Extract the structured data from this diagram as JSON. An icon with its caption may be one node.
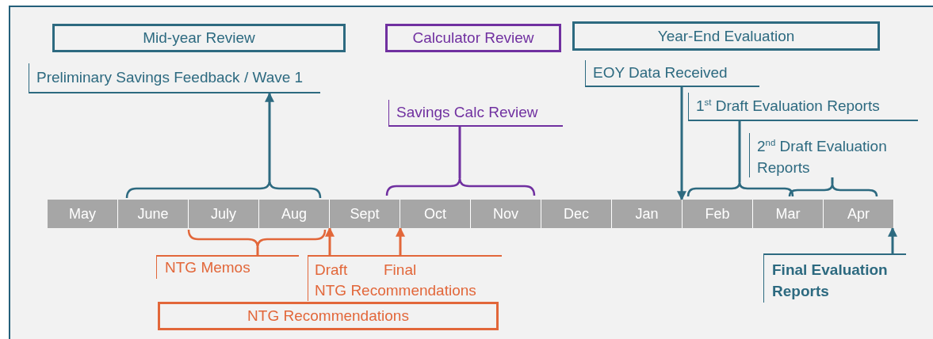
{
  "diagram": {
    "nodes": [
      {
        "text": [
          "Mid-year Review"
        ]
      },
      {
        "text": [
          "Calculator Review"
        ]
      },
      {
        "text": [
          "Year-End Evaluation"
        ]
      },
      {
        "text": [
          "Preliminary Savings Feedback / Wave 1"
        ]
      },
      {
        "text": [
          "EOY Data Received"
        ]
      },
      {
        "text": [
          "Savings Calc Review"
        ]
      },
      {
        "text": [
          "1$^{st}$ Draft Evaluation Reports"
        ]
      },
      {
        "text": [
          "2$^{nd}$ Draft Evaluation Reports"
        ]
      },
      {
        "text": [
          "May"
        ]
      },
      {
        "text": [
          "June"
        ]
      },
      {
        "text": [
          "July"
        ]
      },
      {
        "text": [
          "Aug"
        ]
      },
      {
        "text": [
          "Sept"
        ]
      },
      {
        "text": [
          "Oct"
        ]
      },
      {
        "text": [
          "Nov"
        ]
      },
      {
        "text": [
          "Dec"
        ]
      },
      {
        "text": [
          "Jan"
        ]
      },
      {
        "text": [
          "Feb"
        ]
      },
      {
        "text": [
          "Mar"
        ]
      },
      {
        "text": [
          "Apr"
        ]
      },
      {
        "text": [
          "NTG Memos"
        ]
      },
      {
        "text": [
          "Draft",
          "Final",
          "NTG Recommendations"
        ]
      },
      {
        "text": [
          "NTG Recommendations"
        ]
      },
      {
        "text": [
          "Final Evaluation Reports"
        ]
      },
      {
        "text": [],
        "shape": "bracket"
      },
      {
        "text": [],
        "shape": "bracket"
      },
      {
        "text": [],
        "shape": "bracket"
      },
      {
        "text": [],
        "shape": "bracket"
      },
      {
        "text": [],
        "shape": "bracket"
      }
    ],
    "edges": [
      {
        "from": 24,
        "to": 3,
        "arrow": "to"
      },
      {
        "from": 5,
        "to": 25,
        "arrow": "none",
        "color": "#7030a0"
      },
      {
        "from": 4,
        "to": 16,
        "arrow": "to"
      },
      {
        "from": 6,
        "to": 26,
        "arrow": "none"
      },
      {
        "from": 7,
        "to": 27,
        "arrow": "none"
      },
      {
        "from": 20,
        "to": 28,
        "arrow": "none",
        "color": "#e2673a"
      },
      {
        "from": 21,
        "to": 11,
        "arrow": "to",
        "color": "#e2673a"
      },
      {
        "from": 21,
        "to": 12,
        "arrow": "to",
        "color": "#e2673a"
      },
      {
        "from": 23,
        "to": 19,
        "arrow": "to"
      }
    ]
  }
}
